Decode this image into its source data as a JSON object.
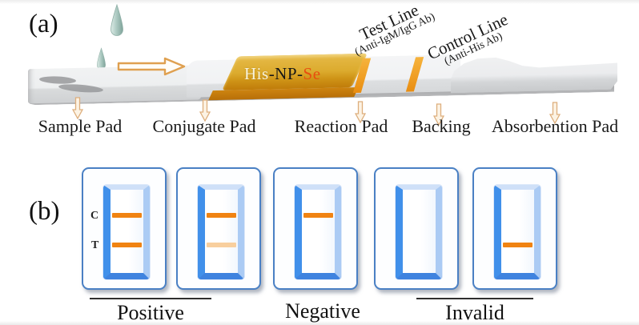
{
  "figure": {
    "panel_a": {
      "label": "(a)",
      "conjugate_pad_text": {
        "his": "His",
        "np": "-NP-",
        "se": "Se"
      },
      "test_line_label": {
        "title": "Test Line",
        "subtitle": "(Anti-IgM/IgG Ab)"
      },
      "control_line_label": {
        "title": "Control Line",
        "subtitle": "(Anti-His Ab)"
      },
      "component_labels": [
        "Sample Pad",
        "Conjugate Pad",
        "Reaction Pad",
        "Backing",
        "Absorbention Pad"
      ]
    },
    "panel_b": {
      "label": "(b)",
      "line_markers": {
        "c": "C",
        "t": "T"
      },
      "cassettes": [
        {
          "name": "positive-strong",
          "c_line": "strong",
          "t_line": "strong"
        },
        {
          "name": "positive-weak",
          "c_line": "strong",
          "t_line": "faint"
        },
        {
          "name": "negative",
          "c_line": "strong",
          "t_line": "none"
        },
        {
          "name": "invalid-blank",
          "c_line": "none",
          "t_line": "none"
        },
        {
          "name": "invalid-t-only",
          "c_line": "none",
          "t_line": "strong"
        }
      ],
      "result_labels": [
        {
          "text": "Positive",
          "overline": true
        },
        {
          "text": "Negative",
          "overline": false
        },
        {
          "text": "Invalid",
          "overline": true
        }
      ]
    },
    "colors": {
      "strong_line": "#f08312",
      "faint_line": "#f8cf9e",
      "conjugate_gold": "#dcab2e",
      "conjugate_front": "#c07c0a",
      "cassette_border_blue": "#4a80c4",
      "window_blue": "#4190ea",
      "droplet_teal": "#aac8c0",
      "se_red": "#e84e0f"
    }
  }
}
